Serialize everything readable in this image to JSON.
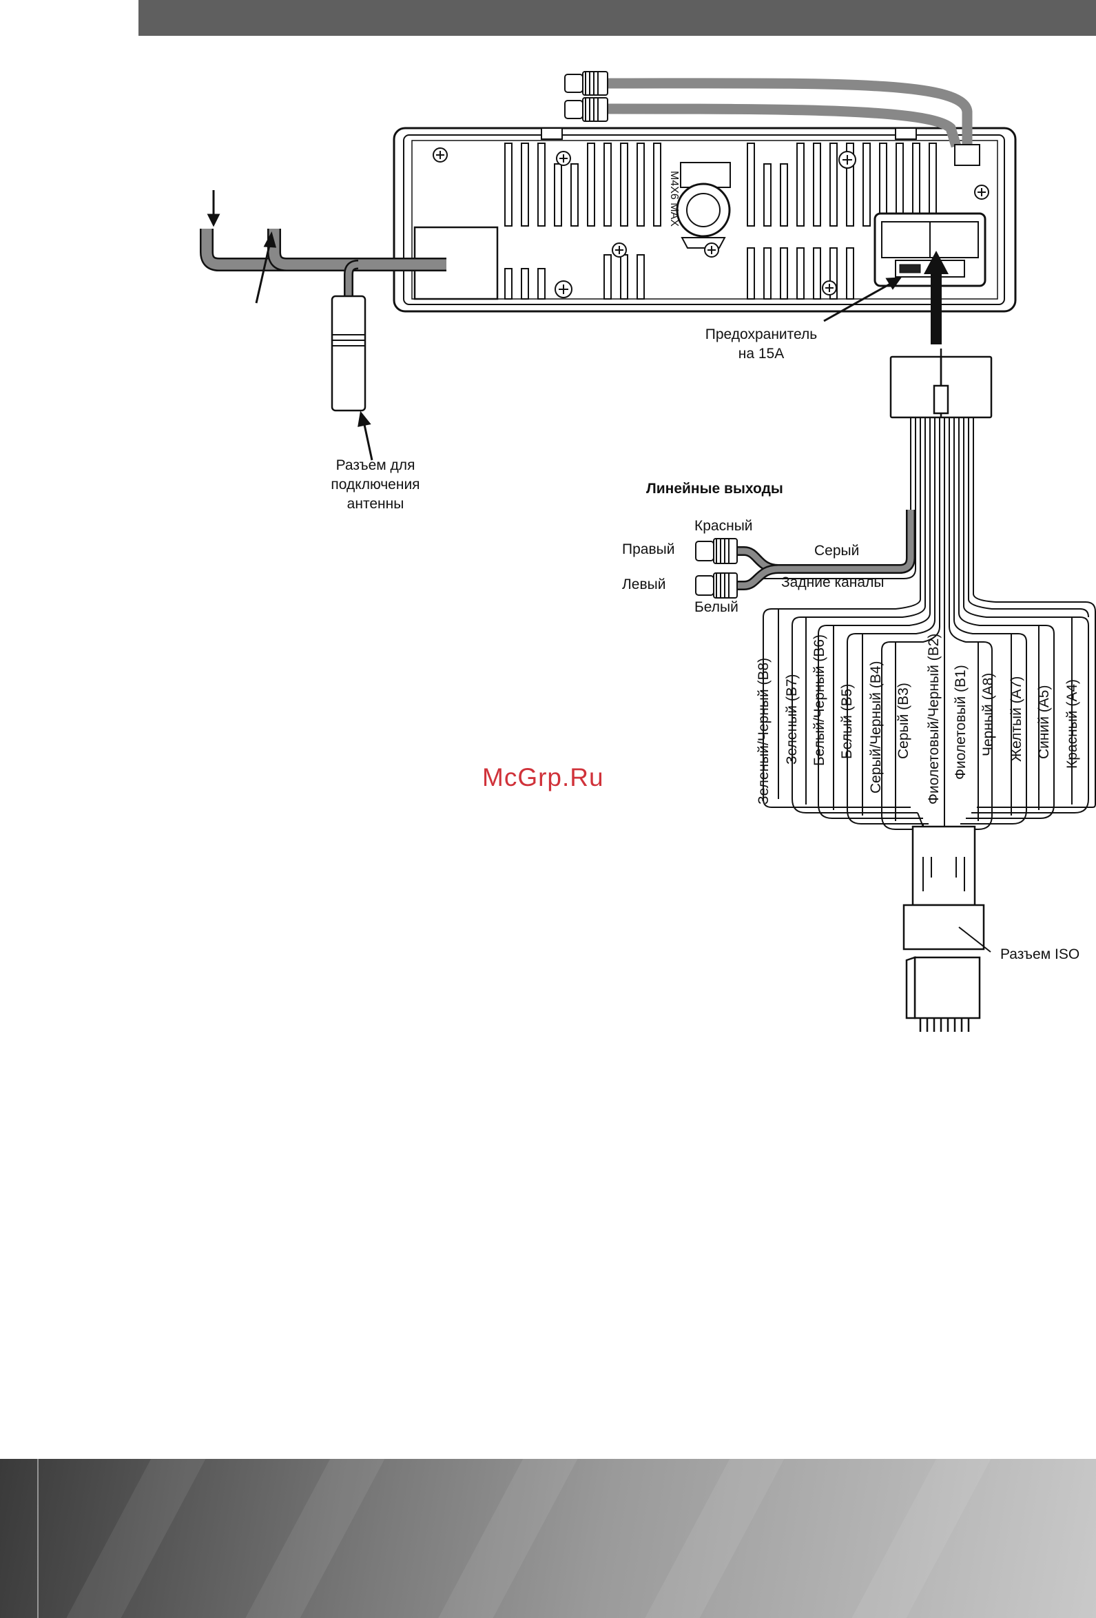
{
  "labels": {
    "fuse_line1": "Предохранитель",
    "fuse_line2": "на 15А",
    "antenna_line1": "Разъем для",
    "antenna_line2": "подключения",
    "antenna_line3": "антенны",
    "line_outputs": "Линейные выходы",
    "red": "Красный",
    "right": "Правый",
    "grey": "Серый",
    "left": "Левый",
    "rear": "Задние каналы",
    "white": "Белый",
    "iso": "Разъем ISO",
    "unit_marking": "M4X6 MAX"
  },
  "wires": [
    "Зеленый/Черный (B8)",
    "Зеленый (B7)",
    "Белый/Черный (B6)",
    "Белый (B5)",
    "Серый/Черный (B4)",
    "Серый (B3)",
    "Фиолетовый/Черный (B2)",
    "Фиолетовый (B1)",
    "Черный (A8)",
    "Желтый (A7)",
    "Синий (A5)",
    "Красный (A4)"
  ],
  "watermark": "McGrp.Ru"
}
